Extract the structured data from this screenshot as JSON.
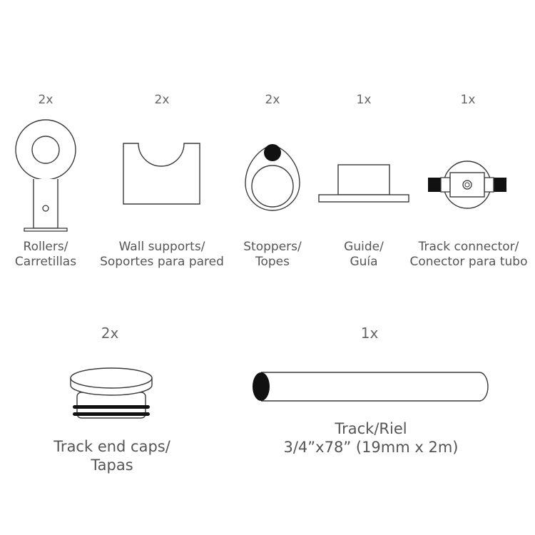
{
  "parts": [
    {
      "qty": "2x",
      "line1": "Rollers/",
      "line2": "Carretillas"
    },
    {
      "qty": "2x",
      "line1": "Wall supports/",
      "line2": "Soportes para pared"
    },
    {
      "qty": "2x",
      "line1": "Stoppers/",
      "line2": "Topes"
    },
    {
      "qty": "1x",
      "line1": "Guide/",
      "line2": "Guía"
    },
    {
      "qty": "1x",
      "line1": "Track connector/",
      "line2": "Conector para tubo"
    },
    {
      "qty": "2x",
      "line1": "Track end caps/",
      "line2": "Tapas"
    },
    {
      "qty": "1x",
      "line1": "Track/Riel",
      "line2": "3/4”x78” (19mm x 2m)"
    }
  ],
  "colors": {
    "outline": "#3a3a3a",
    "fill_dark": "#111111",
    "text": "#555555"
  }
}
